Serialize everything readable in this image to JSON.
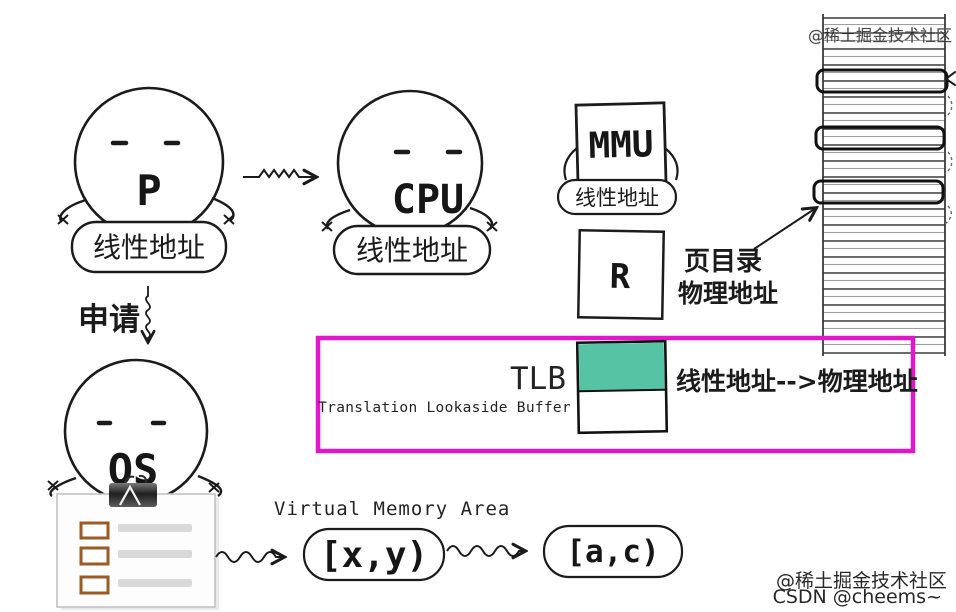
{
  "colors": {
    "ink": "#1b1b1b",
    "magenta": "#e018c9",
    "teal": "#56c3a4",
    "checkbox-brown": "#9c5a24",
    "placeholder-gray": "#d9d9d9",
    "table-dark": "#3a3a3a",
    "table-light": "#9e9e9e",
    "watermark-gray": "#c6c6c6"
  },
  "process": {
    "name": "P",
    "bubble": "线性地址"
  },
  "cpu": {
    "name": "CPU",
    "bubble": "线性地址"
  },
  "os": {
    "name": "OS"
  },
  "mmu": {
    "name": "MMU",
    "bubble": "线性地址"
  },
  "register": {
    "name": "R",
    "caption1": "页目录",
    "caption2": "物理地址"
  },
  "tlb": {
    "abbr": "TLB",
    "full": "Translation Lookaside Buffer",
    "mapping": "线性地址-->物理地址"
  },
  "labels": {
    "request": "申请",
    "vma_title": "Virtual Memory Area",
    "range_xy": "[x,y)",
    "range_ac": "[a,c)"
  },
  "watermarks": {
    "top": "@稀土掘金技术社区",
    "bottom1": "@稀土掘金技术社区",
    "bottom2": "CSDN @cheems~"
  }
}
